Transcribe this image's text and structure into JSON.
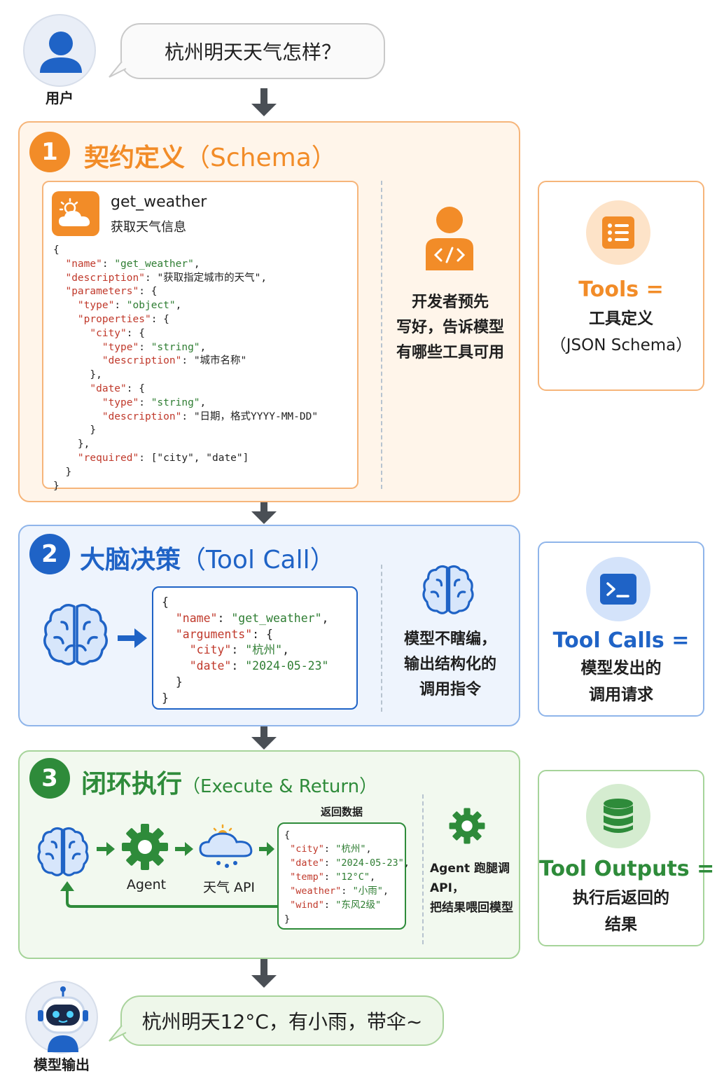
{
  "user": {
    "label": "用户",
    "question": "杭州明天天气怎样？"
  },
  "schema_section": {
    "number": "1",
    "title_main": "契约定义",
    "title_sub": "（Schema）",
    "tool_name": "get_weather",
    "tool_desc": "获取天气信息",
    "code": [
      [
        [
          "p",
          "{"
        ]
      ],
      [
        [
          "p",
          "  "
        ],
        [
          "k",
          "\"name\""
        ],
        [
          "p",
          ": "
        ],
        [
          "v",
          "\"get_weather\""
        ],
        [
          "p",
          ","
        ]
      ],
      [
        [
          "p",
          "  "
        ],
        [
          "k",
          "\"description\""
        ],
        [
          "p",
          ": "
        ],
        [
          "p",
          "\"获取指定城市的天气\""
        ],
        [
          "p",
          ","
        ]
      ],
      [
        [
          "p",
          "  "
        ],
        [
          "k",
          "\"parameters\""
        ],
        [
          "p",
          ": {"
        ]
      ],
      [
        [
          "p",
          "    "
        ],
        [
          "k",
          "\"type\""
        ],
        [
          "p",
          ": "
        ],
        [
          "v",
          "\"object\""
        ],
        [
          "p",
          ","
        ]
      ],
      [
        [
          "p",
          "    "
        ],
        [
          "k",
          "\"properties\""
        ],
        [
          "p",
          ": {"
        ]
      ],
      [
        [
          "p",
          "      "
        ],
        [
          "k",
          "\"city\""
        ],
        [
          "p",
          ": {"
        ]
      ],
      [
        [
          "p",
          "        "
        ],
        [
          "k",
          "\"type\""
        ],
        [
          "p",
          ": "
        ],
        [
          "v",
          "\"string\""
        ],
        [
          "p",
          ","
        ]
      ],
      [
        [
          "p",
          "        "
        ],
        [
          "k",
          "\"description\""
        ],
        [
          "p",
          ": "
        ],
        [
          "p",
          "\"城市名称\""
        ]
      ],
      [
        [
          "p",
          "      },"
        ]
      ],
      [
        [
          "p",
          "      "
        ],
        [
          "k",
          "\"date\""
        ],
        [
          "p",
          ": {"
        ]
      ],
      [
        [
          "p",
          "        "
        ],
        [
          "k",
          "\"type\""
        ],
        [
          "p",
          ": "
        ],
        [
          "v",
          "\"string\""
        ],
        [
          "p",
          ","
        ]
      ],
      [
        [
          "p",
          "        "
        ],
        [
          "k",
          "\"description\""
        ],
        [
          "p",
          ": "
        ],
        [
          "p",
          "\"日期，格式YYYY-MM-DD\""
        ]
      ],
      [
        [
          "p",
          "      }"
        ]
      ],
      [
        [
          "p",
          "    },"
        ]
      ],
      [
        [
          "p",
          "    "
        ],
        [
          "k",
          "\"required\""
        ],
        [
          "p",
          ": [\"city\", \"date\"]"
        ]
      ],
      [
        [
          "p",
          "  }"
        ]
      ],
      [
        [
          "p",
          "}"
        ]
      ]
    ],
    "desc_lines": [
      "开发者预先",
      "写好，告诉模型",
      "有哪些工具可用"
    ]
  },
  "toolcall_section": {
    "number": "2",
    "title_main": "大脑决策",
    "title_sub": "（Tool Call）",
    "code": [
      [
        [
          "p",
          "{"
        ]
      ],
      [
        [
          "p",
          "  "
        ],
        [
          "k",
          "\"name\""
        ],
        [
          "p",
          ": "
        ],
        [
          "v",
          "\"get_weather\""
        ],
        [
          "p",
          ","
        ]
      ],
      [
        [
          "p",
          "  "
        ],
        [
          "k",
          "\"arguments\""
        ],
        [
          "p",
          ": {"
        ]
      ],
      [
        [
          "p",
          "    "
        ],
        [
          "k",
          "\"city\""
        ],
        [
          "p",
          ": "
        ],
        [
          "v",
          "\"杭州\""
        ],
        [
          "p",
          ","
        ]
      ],
      [
        [
          "p",
          "    "
        ],
        [
          "k",
          "\"date\""
        ],
        [
          "p",
          ": "
        ],
        [
          "v",
          "\"2024-05-23\""
        ]
      ],
      [
        [
          "p",
          "  }"
        ]
      ],
      [
        [
          "p",
          "}"
        ]
      ]
    ],
    "desc_lines": [
      "模型不瞎编，",
      "输出结构化的",
      "调用指令"
    ]
  },
  "execute_section": {
    "number": "3",
    "title_main": "闭环执行",
    "title_sub": "（Execute & Return）",
    "agent_label": "Agent",
    "api_label": "天气 API",
    "return_label": "返回数据",
    "code": [
      [
        [
          "p",
          "{"
        ]
      ],
      [
        [
          "p",
          " "
        ],
        [
          "k",
          "\"city\""
        ],
        [
          "p",
          ": "
        ],
        [
          "v",
          "\"杭州\""
        ],
        [
          "p",
          ","
        ]
      ],
      [
        [
          "p",
          " "
        ],
        [
          "k",
          "\"date\""
        ],
        [
          "p",
          ": "
        ],
        [
          "v",
          "\"2024-05-23\""
        ],
        [
          "p",
          ","
        ]
      ],
      [
        [
          "p",
          " "
        ],
        [
          "k",
          "\"temp\""
        ],
        [
          "p",
          ": "
        ],
        [
          "v",
          "\"12°C\""
        ],
        [
          "p",
          ","
        ]
      ],
      [
        [
          "p",
          " "
        ],
        [
          "k",
          "\"weather\""
        ],
        [
          "p",
          ": "
        ],
        [
          "v",
          "\"小雨\""
        ],
        [
          "p",
          ","
        ]
      ],
      [
        [
          "p",
          " "
        ],
        [
          "k",
          "\"wind\""
        ],
        [
          "p",
          ": "
        ],
        [
          "v",
          "\"东风2级\""
        ]
      ],
      [
        [
          "p",
          "}"
        ]
      ]
    ],
    "desc_lines": [
      "Agent 跑腿调",
      "API，",
      "把结果喂回模型"
    ]
  },
  "side_cards": [
    {
      "title": "Tools =",
      "lines": [
        "工具定义",
        "（JSON Schema）"
      ],
      "color": "#f28c28"
    },
    {
      "title": "Tool Calls =",
      "lines": [
        "模型发出的",
        "调用请求"
      ],
      "color": "#1f63c6"
    },
    {
      "title": "Tool Outputs =",
      "lines": [
        "执行后返回的",
        "结果"
      ],
      "color": "#2e8b3a"
    }
  ],
  "output": {
    "label": "模型输出",
    "answer": "杭州明天12°C，有小雨，带伞~"
  },
  "colors": {
    "orange": "#f28c28",
    "blue": "#1f63c6",
    "green": "#2e8b3a"
  }
}
